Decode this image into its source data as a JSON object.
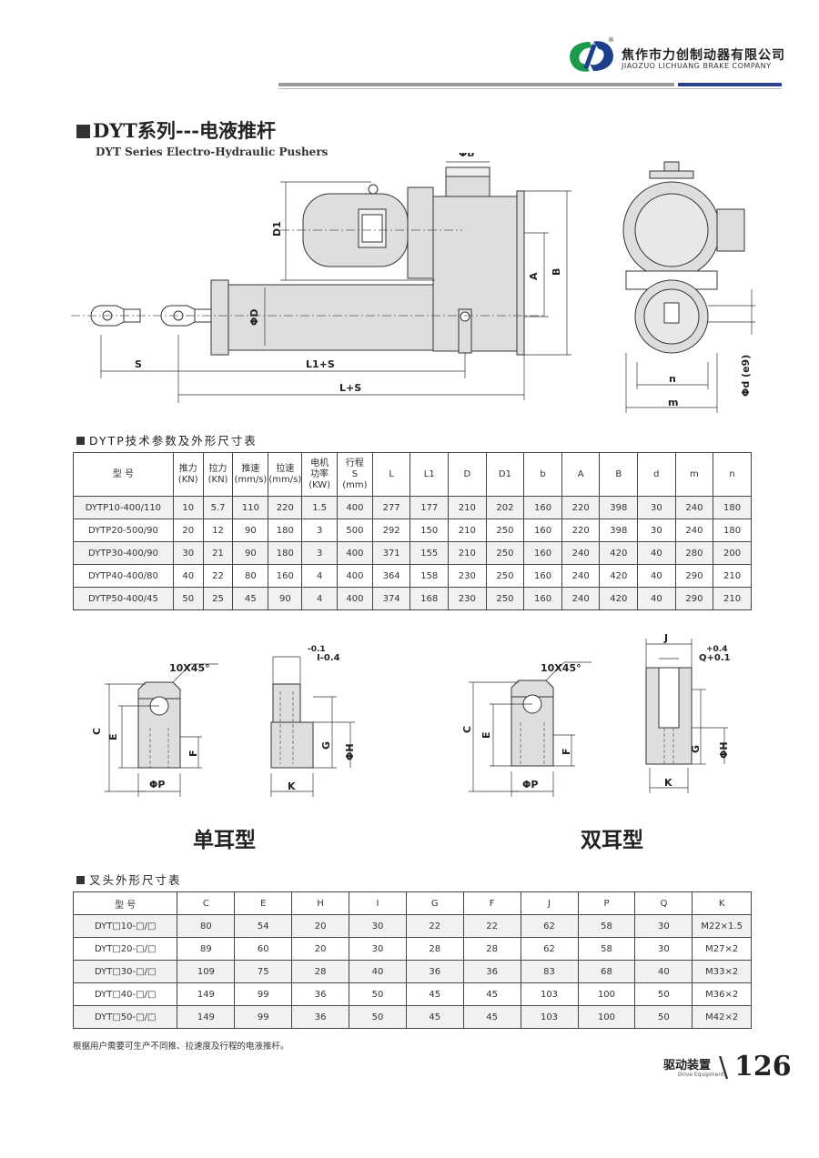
{
  "header": {
    "company_cn": "焦作市力创制动器有限公司",
    "company_en": "JIAOZUO LICHUANG BRAKE COMPANY",
    "logo_mark": "®"
  },
  "title": {
    "cn": "DYT系列---电液推杆",
    "en": "DYT Series  Electro-Hydraulic Pushers"
  },
  "main_drawing_labels": {
    "phi_b": "Φb",
    "D1": "D1",
    "A": "A",
    "B": "B",
    "phi_D": "ΦD",
    "S": "S",
    "L1_S": "L1+S",
    "L_S": "L+S",
    "n": "n",
    "m": "m",
    "phi_d": "Φd (e9)"
  },
  "table1": {
    "title": "DYTP技术参数及外形尺寸表",
    "headers": [
      [
        "型  号"
      ],
      [
        "推力",
        "(KN)"
      ],
      [
        "拉力",
        "(KN)"
      ],
      [
        "推速",
        "(mm/s)"
      ],
      [
        "拉速",
        "(mm/s)"
      ],
      [
        "电机",
        "功率",
        "(KW)"
      ],
      [
        "行程",
        "S",
        "(mm)"
      ],
      [
        "L"
      ],
      [
        "L1"
      ],
      [
        "D"
      ],
      [
        "D1"
      ],
      [
        "b"
      ],
      [
        "A"
      ],
      [
        "B"
      ],
      [
        "d"
      ],
      [
        "m"
      ],
      [
        "n"
      ]
    ],
    "rows": [
      [
        "DYTP10-400/110",
        "10",
        "5.7",
        "110",
        "220",
        "1.5",
        "400",
        "277",
        "177",
        "210",
        "202",
        "160",
        "220",
        "398",
        "30",
        "240",
        "180"
      ],
      [
        "DYTP20-500/90",
        "20",
        "12",
        "90",
        "180",
        "3",
        "500",
        "292",
        "150",
        "210",
        "250",
        "160",
        "220",
        "398",
        "30",
        "240",
        "180"
      ],
      [
        "DYTP30-400/90",
        "30",
        "21",
        "90",
        "180",
        "3",
        "400",
        "371",
        "155",
        "210",
        "250",
        "160",
        "240",
        "420",
        "40",
        "280",
        "200"
      ],
      [
        "DYTP40-400/80",
        "40",
        "22",
        "80",
        "160",
        "4",
        "400",
        "364",
        "158",
        "230",
        "250",
        "160",
        "240",
        "420",
        "40",
        "290",
        "210"
      ],
      [
        "DYTP50-400/45",
        "50",
        "25",
        "45",
        "90",
        "4",
        "400",
        "374",
        "168",
        "230",
        "250",
        "160",
        "240",
        "420",
        "40",
        "290",
        "210"
      ]
    ]
  },
  "clevis_labels": {
    "chamfer": "10X45°",
    "C": "C",
    "E": "E",
    "F": "F",
    "P": "ΦP",
    "tol_minus_01": "-0.1",
    "I_minus_04": "I-0.4",
    "G": "G",
    "H": "ΦH",
    "K": "K",
    "J": "J",
    "tol_plus_04": "+0.4",
    "Q_plus_01": "Q+0.1"
  },
  "types": {
    "single": "单耳型",
    "double": "双耳型"
  },
  "table2": {
    "title": "叉头外形尺寸表",
    "headers": [
      "型  号",
      "C",
      "E",
      "H",
      "I",
      "G",
      "F",
      "J",
      "P",
      "Q",
      "K"
    ],
    "rows": [
      [
        "DYT□10-□/□",
        "80",
        "54",
        "20",
        "30",
        "22",
        "22",
        "62",
        "58",
        "30",
        "M22×1.5"
      ],
      [
        "DYT□20-□/□",
        "89",
        "60",
        "20",
        "30",
        "28",
        "28",
        "62",
        "58",
        "30",
        "M27×2"
      ],
      [
        "DYT□30-□/□",
        "109",
        "75",
        "28",
        "40",
        "36",
        "36",
        "83",
        "68",
        "40",
        "M33×2"
      ],
      [
        "DYT□40-□/□",
        "149",
        "99",
        "36",
        "50",
        "45",
        "45",
        "103",
        "100",
        "50",
        "M36×2"
      ],
      [
        "DYT□50-□/□",
        "149",
        "99",
        "36",
        "50",
        "45",
        "45",
        "103",
        "100",
        "50",
        "M42×2"
      ]
    ]
  },
  "footnote": "根据用户需要可生产不同推、拉速度及行程的电液推杆。",
  "footer": {
    "label": "驱动装置",
    "sub": "Drive Equipment",
    "page": "126"
  },
  "colors": {
    "accent_blue": "#2d3f8f",
    "logo_green": "#1a9a4a",
    "logo_blue": "#1d3f8c",
    "part_fill": "#dedede"
  }
}
